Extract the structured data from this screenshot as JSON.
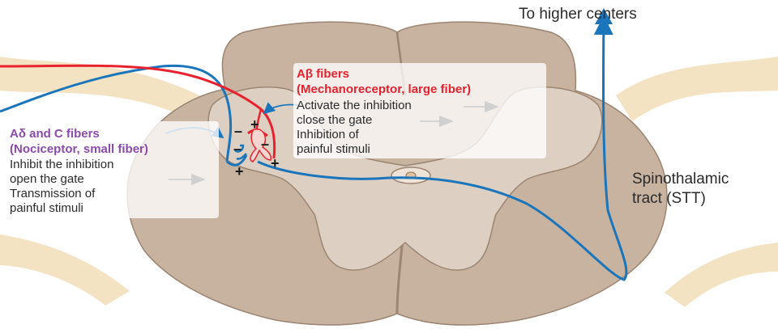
{
  "labels": {
    "higher_centers": "To higher centers",
    "stt_line1": "Spinothalamic",
    "stt_line2": "tract (STT)"
  },
  "abeta": {
    "title": "Aβ fibers",
    "subtitle": "(Mechanoreceptor, large fiber)",
    "lines": [
      "Activate the inhibition",
      "close the gate",
      "Inhibition of",
      "painful stimuli"
    ]
  },
  "adelta": {
    "title": "Aδ and C fibers",
    "subtitle": "(Nociceptor, small fiber)",
    "lines": [
      "Inhibit the inhibition",
      "open the gate",
      "Transmission of",
      "painful stimuli"
    ]
  },
  "signs": {
    "plus": "+",
    "minus": "–"
  },
  "colors": {
    "gray_matter": "#ddd0c2",
    "white_matter": "#c7b3a0",
    "outline": "#9c8572",
    "nerve_root": "#f3e3c2",
    "blue_fiber": "#1b75bb",
    "red_fiber": "#e8222e",
    "title_red": "#e8222e",
    "title_purple": "#8a4bab"
  }
}
